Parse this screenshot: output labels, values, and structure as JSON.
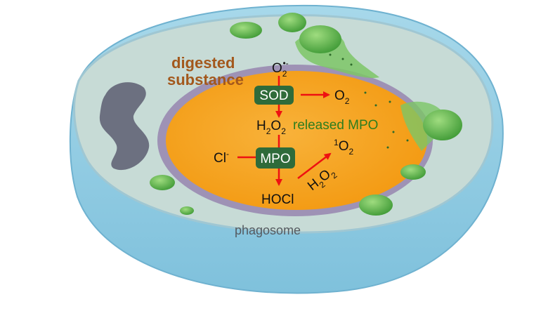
{
  "labels": {
    "digested_line1": "digested",
    "digested_line2": "substance",
    "superoxide": "O",
    "superoxide_sub": "2",
    "superoxide_sup": "•-",
    "sod": "SOD",
    "oxygen": "O",
    "oxygen_sub": "2",
    "h2o2_a": "H",
    "h2o2_sub1": "2",
    "h2o2_b": "O",
    "h2o2_sub2": "2",
    "released_mpo": "released MPO",
    "chloride": "Cl",
    "chloride_sup": "-",
    "mpo": "MPO",
    "singlet_sup": "1",
    "singlet": "O",
    "singlet_sub": "2",
    "hocl": "HOCl",
    "h2o2_diag_a": "H",
    "h2o2_diag_sub1": "2",
    "h2o2_diag_b": "O",
    "h2o2_diag_sub2": "2",
    "phagosome": "phagosome"
  },
  "colors": {
    "cell_rim": "#8ecbe3",
    "cytoplasm": "#c9dcd8",
    "phagosome": "#f5a623",
    "membrane": "#9b8fb3",
    "nucleus": "#6e7382",
    "granule": "#5fb84a",
    "enzyme_box": "#2f6b3a",
    "arrow": "#ee1111",
    "digested_text": "#a3581c",
    "released_text": "#2e7d1e"
  }
}
